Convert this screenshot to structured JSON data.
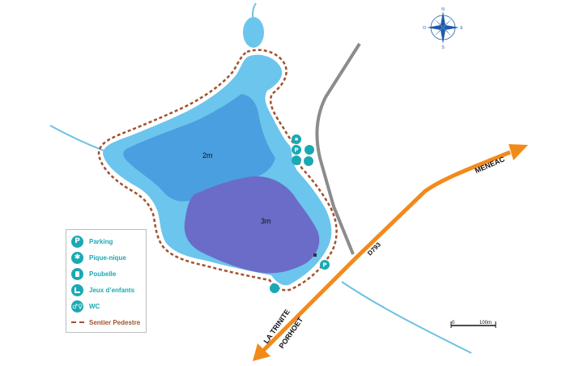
{
  "lakes": {
    "north_depth": "2m",
    "south_depth": "3m"
  },
  "roads": {
    "road_number": "D793",
    "destination_ne": "MENEAC",
    "destination_sw_line1": "LA TRINITE",
    "destination_sw_line2": "PORHOET"
  },
  "legend": {
    "items": [
      {
        "label": "Parking",
        "icon": "parking-icon"
      },
      {
        "label": "Pique-nique",
        "icon": "picnic-icon"
      },
      {
        "label": "Poubelle",
        "icon": "trash-icon"
      },
      {
        "label": "Jeux d’enfants",
        "icon": "playground-icon"
      },
      {
        "label": "WC",
        "icon": "wc-icon"
      }
    ],
    "trail_label": "Sentier Pedestre"
  },
  "scale_bar": {
    "start_label": "0",
    "end_label": "100m"
  },
  "compass": {
    "n": "N",
    "s": "S",
    "e": "E",
    "o": "O"
  },
  "colors": {
    "water_light": "#6cc5ec",
    "water_mid": "#4a9fe0",
    "water_deep": "#6b6cc8",
    "river": "#6ec1e4",
    "trail": "#a0522d",
    "road_main": "#f28a1a",
    "road_minor": "#8c8c8c",
    "icon_teal": "#1aa9b3",
    "compass_blue": "#1f5aa8"
  }
}
